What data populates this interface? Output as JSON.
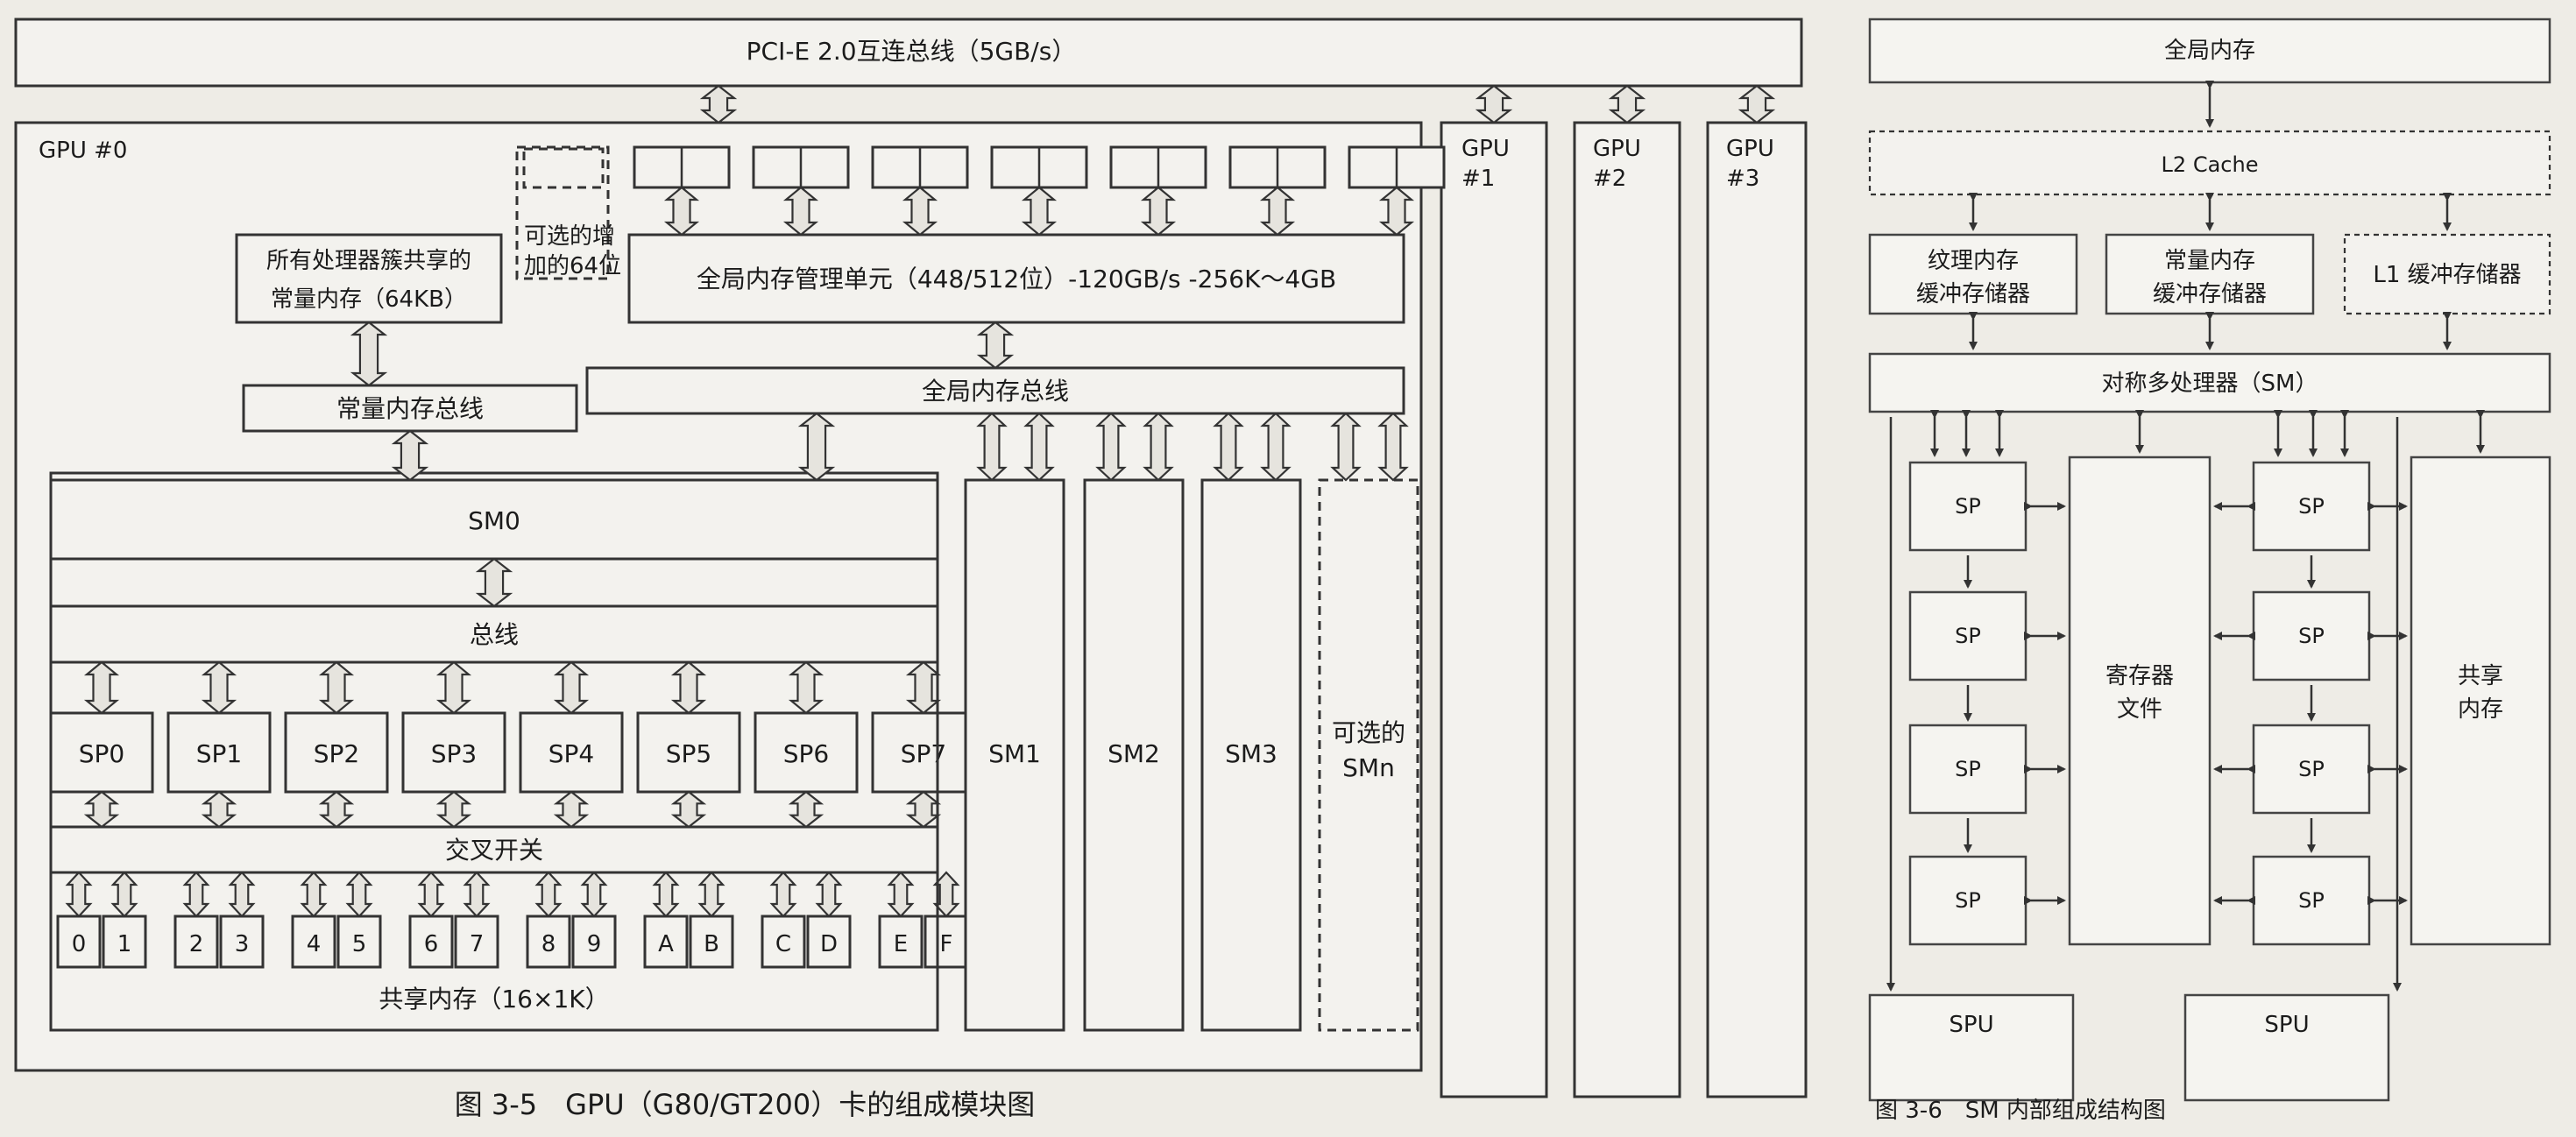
{
  "figure_left": {
    "pcie_bus": "PCI-E 2.0互连总线（5GB/s）",
    "gpu0_label": "GPU #0",
    "other_gpus": [
      {
        "line1": "GPU",
        "line2": "#1"
      },
      {
        "line1": "GPU",
        "line2": "#2"
      },
      {
        "line1": "GPU",
        "line2": "#3"
      }
    ],
    "const_mem": {
      "line1": "所有处理器簇共享的",
      "line2": "常量内存（64KB）"
    },
    "optional_64bit": {
      "line1": "可选的增",
      "line2": "加的64位"
    },
    "global_mmu": "全局内存管理单元（448/512位）-120GB/s -256K～4GB",
    "global_bus": "全局内存总线",
    "const_bus": "常量内存总线",
    "sm0": "SM0",
    "bus": "总线",
    "sps": [
      "SP0",
      "SP1",
      "SP2",
      "SP3",
      "SP4",
      "SP5",
      "SP6",
      "SP7"
    ],
    "crossbar": "交叉开关",
    "banks": [
      "0",
      "1",
      "2",
      "3",
      "4",
      "5",
      "6",
      "7",
      "8",
      "9",
      "A",
      "B",
      "C",
      "D",
      "E",
      "F"
    ],
    "shared_mem": "共享内存（16×1K）",
    "sms": [
      "SM1",
      "SM2",
      "SM3"
    ],
    "smn": {
      "line1": "可选的",
      "line2": "SMn"
    },
    "caption": "图 3-5　GPU（G80/GT200）卡的组成模块图"
  },
  "figure_right": {
    "global_mem": "全局内存",
    "l2": "L2 Cache",
    "tex_cache": {
      "line1": "纹理内存",
      "line2": "缓冲存储器"
    },
    "const_cache": {
      "line1": "常量内存",
      "line2": "缓冲存储器"
    },
    "l1_cache": "L1 缓冲存储器",
    "sm": "对称多处理器（SM）",
    "sp": "SP",
    "regfile": {
      "line1": "寄存器",
      "line2": "文件"
    },
    "shared": {
      "line1": "共享",
      "line2": "内存"
    },
    "spu": "SPU",
    "caption": "图 3-6　SM 内部组成结构图"
  }
}
